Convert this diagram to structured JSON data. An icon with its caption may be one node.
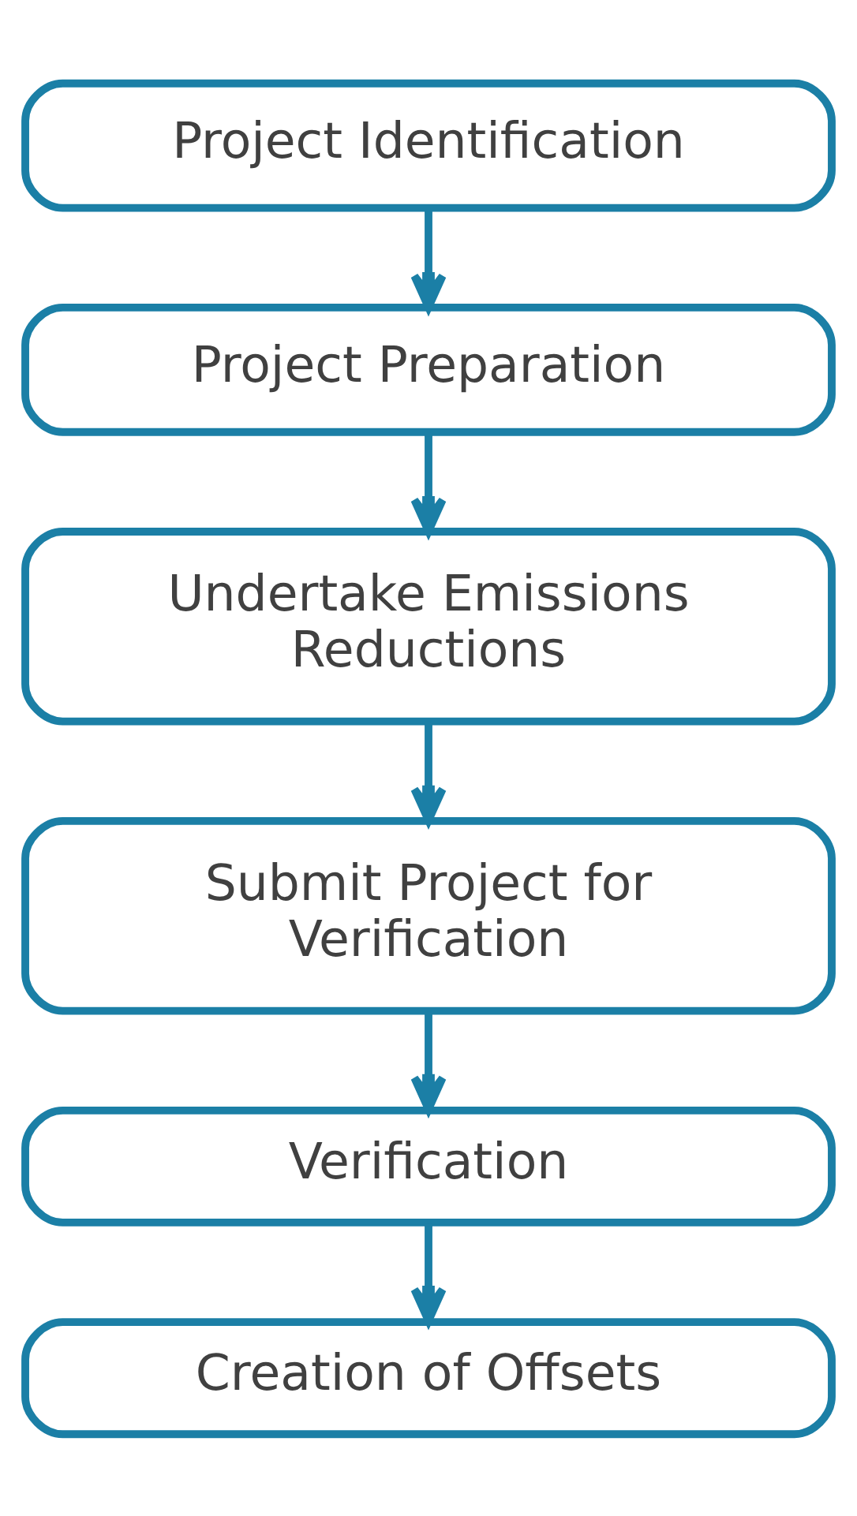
{
  "diagram": {
    "nodes": [
      {
        "text": [
          "Project Identification"
        ]
      },
      {
        "text": [
          "Project Preparation"
        ]
      },
      {
        "text": [
          "Undertake Emissions Reductions"
        ]
      },
      {
        "text": [
          "Submit Project for Verification"
        ]
      },
      {
        "text": [
          "Verification"
        ]
      },
      {
        "text": [
          "Creation of Offsets"
        ]
      }
    ],
    "edges": [
      {
        "from": 0,
        "to": 1,
        "arrow": "to"
      },
      {
        "from": 1,
        "to": 2,
        "arrow": "to"
      },
      {
        "from": 2,
        "to": 3,
        "arrow": "to"
      },
      {
        "from": 3,
        "to": 4,
        "arrow": "to"
      },
      {
        "from": 4,
        "to": 5,
        "arrow": "to"
      }
    ]
  }
}
